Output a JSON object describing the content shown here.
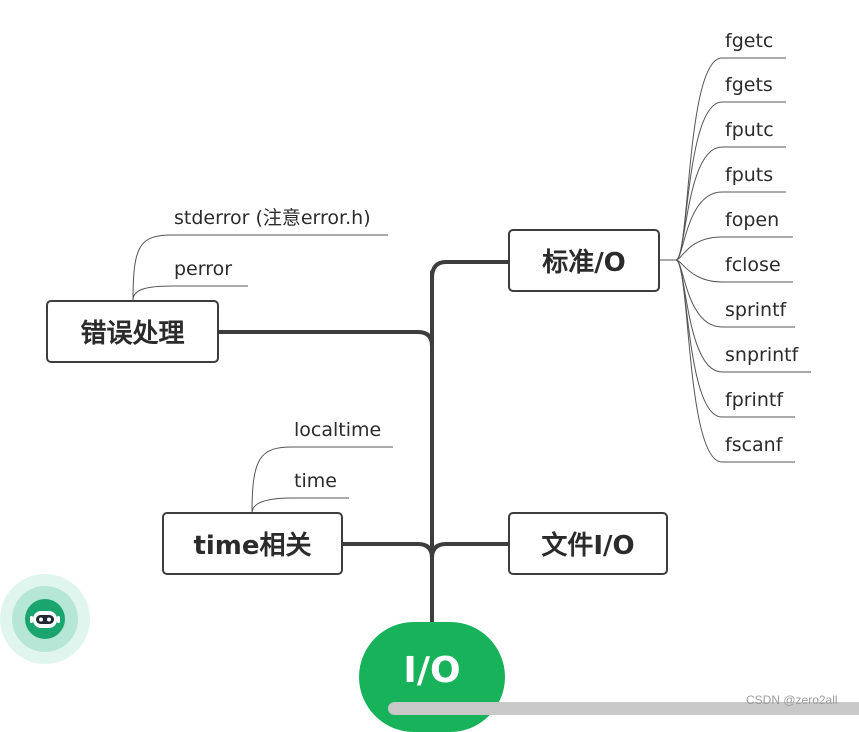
{
  "root": {
    "label": "I/O",
    "color": "#17b25a"
  },
  "branches": {
    "standard_io": {
      "label": "标准/O",
      "leaves": [
        "fgetc",
        "fgets",
        "fputc",
        "fputs",
        "fopen",
        "fclose",
        "sprintf",
        "snprintf",
        "fprintf",
        "fscanf"
      ]
    },
    "error_handling": {
      "label": "错误处理",
      "leaves": [
        "stderror (注意error.h)",
        "perror"
      ]
    },
    "time_related": {
      "label": "time相关",
      "leaves": [
        "localtime",
        "time"
      ]
    },
    "file_io": {
      "label": "文件I/O"
    }
  },
  "watermark": "CSDN @zero2all",
  "assistant_icon": "robot-assistant-icon"
}
